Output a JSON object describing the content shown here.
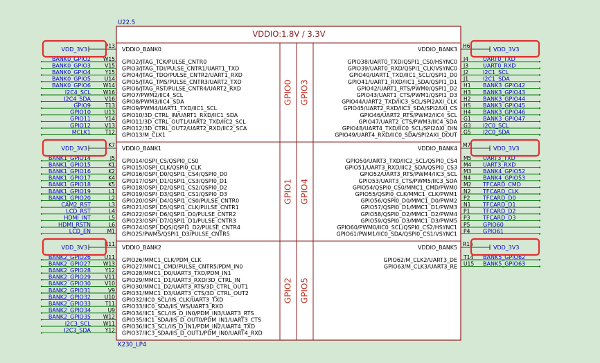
{
  "part": {
    "ref": "U22.5",
    "name": "K230_LP4",
    "title": "VDDIO:1.8V / 3.3V"
  },
  "gpio_labels": [
    "GPIO0",
    "GPIO1",
    "GPIO2",
    "GPIO3",
    "GPIO4",
    "GPIO5"
  ],
  "banks_left": [
    {
      "bank": "VDDIO_BANK0",
      "power": "VDD_3V3",
      "power_pin": "P13",
      "pins": [
        {
          "net": "BANK0_GPIO2",
          "pin": "W15",
          "func": "GPIO2/JTAG_TCK/PULSE_CNTR0"
        },
        {
          "net": "BANK0_GPIO3",
          "pin": "V15",
          "func": "GPIO3/JTAG_TDI/PULSE_CNTR1/UART1_TXD"
        },
        {
          "net": "BANK0_GPIO4",
          "pin": "Y15",
          "func": "GPIO4/JTAG_TDO/PULSE_CNTR2/UART1_RXD"
        },
        {
          "net": "BANK0_GPIO5",
          "pin": "U14",
          "func": "GPIO5/JTAG_TMS/PULSE_CNTR3/UART2_TXD"
        },
        {
          "net": "BANK0_GPIO6",
          "pin": "W14",
          "func": "GPIO6/JTAG_RST/PULSE_CNTR4/UART2_RXD"
        },
        {
          "net": "I2C4_SCL",
          "pin": "W16",
          "func": "GPIO7/PWM2/IIC4_SCL"
        },
        {
          "net": "I2C4_SDA",
          "pin": "V16",
          "func": "GPIO8/PWM3/IIC4_SDA"
        },
        {
          "net": "GPIO9",
          "pin": "T13",
          "func": "GPIO9/PWM4/UART1_TXD/IIC1_SCL"
        },
        {
          "net": "GPIO10",
          "pin": "U13",
          "func": "GPIO10/3D_CTRL_IN/UART1_RXD/IIC1_SDA"
        },
        {
          "net": "GPIO11",
          "pin": "Y14",
          "func": "GPIO11/3D_CTRL_OUT1/UART2_TXD/IIC2_SCL"
        },
        {
          "net": "GPIO12",
          "pin": "V13",
          "func": "GPIO12/3D_CTRL_OUT2/UART2_RXD/IIC2_SCA"
        },
        {
          "net": "MCLK1",
          "pin": "T12",
          "func": "GPIO13/M_CLK1"
        }
      ]
    },
    {
      "bank": "VDDIO_BANK1",
      "power": "VDD_3V3",
      "power_pin": "K7",
      "pins": [
        {
          "net": "BANK1_GPIO14",
          "pin": "J5",
          "func": "GPIO14/OSPI_CS/QSPI0_CS0"
        },
        {
          "net": "BANK1_GPIO15",
          "pin": "K1",
          "func": "GPIO15/OSPI_CLK/QSPI0_CLK"
        },
        {
          "net": "BANK1_GPIO16",
          "pin": "K2",
          "func": "GPIO16/OSPI_D0/QSPI1_CS4/QSPI0_D0"
        },
        {
          "net": "BANK1_GPIO17",
          "pin": "K4",
          "func": "GPIO17/OSPI_D1/QSPI1_CS3/QSPI0_D1"
        },
        {
          "net": "BANK1_GPIO18",
          "pin": "K5",
          "func": "GPIO18/OSPI_D2/QSPI1_CS2/QSPI0_D2"
        },
        {
          "net": "BANK1_GPIO19",
          "pin": "L1",
          "func": "GPIO19/OSPI_D3/QSPI1_CS1/QSPI0_D3"
        },
        {
          "net": "BANK1_GPIO20",
          "pin": "L2",
          "func": "GPIO20/OSPI_D4/QSPI1_CS0/PULSE_CNTR0"
        },
        {
          "net": "CAM2_RST",
          "pin": "L3",
          "func": "GPIO21/OSPI_D5/QSPI1_CLK/PULSE_CNTR1"
        },
        {
          "net": "LCD_RST",
          "pin": "L4",
          "func": "GPIO22/OSPI_D6/QSPI1_D0/PULSE_CNTR2"
        },
        {
          "net": "HDMI_INT",
          "pin": "L5",
          "func": "GPIO23/OSPI_D7/QSPI1_D1/PULSE_CNTR3"
        },
        {
          "net": "HDMI_RSTN",
          "pin": "L6",
          "func": "GPIO24/OSPI_DQS/QSPI1_D2/PULSE_CNTR4"
        },
        {
          "net": "LCD_EN",
          "pin": "M1",
          "func": "GPIO25/PWM5/QSPI1_D3/PULSE_CNTR5"
        }
      ]
    },
    {
      "bank": "VDDIO_BANK2",
      "power": "VDD_3V3",
      "power_pin": "R11",
      "pins": [
        {
          "net": "BANK2_GPIO26",
          "pin": "U11",
          "func": "GPIO26/MMC1_CLK/PDM_CLK"
        },
        {
          "net": "BANK2_GPIO27",
          "pin": "W13",
          "func": "GPIO27/MMC1_CMD/PULSE_CNTR5/PDM_IN0"
        },
        {
          "net": "BANK2_GPIO28",
          "pin": "Y12",
          "func": "GPIO28/MMC1_D0/UART3_TXD/PDM_IN1"
        },
        {
          "net": "BANK2_GPIO29",
          "pin": "V11",
          "func": "GPIO29/MMC1_D1/UART3_RXD/3D_CTRL_IN"
        },
        {
          "net": "BANK2_GPIO30",
          "pin": "V10",
          "func": "GPIO30/MMC1_D2/UART3_RTS/3D_CTRL_OUT1"
        },
        {
          "net": "BANK2_GPIO31",
          "pin": "V9",
          "func": "GPIO31/MMC1_D3/UART3_CTS/3D_CTRL_OUT2"
        },
        {
          "net": "BANK2_GPIO32",
          "pin": "U10",
          "func": "GPIO32/IIC0_SCL/IIS_CLK/UART3_TXD"
        },
        {
          "net": "BANK2_GPIO33",
          "pin": "T11",
          "func": "GPIO33/IIC0_SDA/IIS_WS/UART3_RXD"
        },
        {
          "net": "BANK2_GPIO34",
          "pin": "U9",
          "func": "GPIO34/IIC1_SCL/IIS_D_IN0/PDM_IN3/UART3_RTS"
        },
        {
          "net": "BANK2_GPIO35",
          "pin": "W12",
          "func": "GPIO35/IIC1_SDA/IIS_D_OUT0/PDM_IN1/UART3_CTS"
        },
        {
          "net": "I2C3_SCL",
          "pin": "W11",
          "func": "GPIO36/IIC3_SCL/IIS_D_IN1/PDM_IN2/UART4_TXD"
        },
        {
          "net": "I2C3_SDA",
          "pin": "Y12",
          "func": "GPIO37/IIC3_SDA/IIS_D_OUT1/PDM_IN0/UART4_RXD"
        }
      ]
    }
  ],
  "banks_right": [
    {
      "bank": "VDDIO_BANK3",
      "power": "VDD_3V3",
      "power_pin": "H6",
      "pins": [
        {
          "net": "UART0_TXD",
          "pin": "J4",
          "func": "GPIO38/UART0_TXD/QSPI1_CS0/HSYNC0"
        },
        {
          "net": "UART0_RXD",
          "pin": "J3",
          "func": "GPIO39/UART0_RXD/QSPI1_CLK/VSYNC0"
        },
        {
          "net": "I2C1_SCL",
          "pin": "J2",
          "func": "GPIO40/UART1_TXD/IIC1_SCL/QSPI1_D0"
        },
        {
          "net": "I2C1_SDA",
          "pin": "J1",
          "func": "GPIO41/UART1_RXD/IIC1_SDA/QSPI1_D1"
        },
        {
          "net": "BANK3_GPIO42",
          "pin": "H1",
          "func": "GPIO42/UART1_RTS/PWM0/QSPI1_D2"
        },
        {
          "net": "BANK3_GPIO43",
          "pin": "H3",
          "func": "GPIO43/UART1_CTS/PWM1/QSPI1_D3"
        },
        {
          "net": "BANK3_GPIO44",
          "pin": "H2",
          "func": "GPIO44/UART2_TXD/IIC3_SCL/SPI2AXI_CLK"
        },
        {
          "net": "BANK3_GPIO45",
          "pin": "H5",
          "func": "GPIO45/UART2_RXD/IIC3_SDA/SPI2AXI_CS"
        },
        {
          "net": "BANK3_GPIO46",
          "pin": "H4",
          "func": "GPIO46/UART2_RTS/PWM2/IIC4_SCL"
        },
        {
          "net": "BANK3_GPIO47",
          "pin": "G1",
          "func": "GPIO47/UART2_CTS/PWM3/IIC4_SDA"
        },
        {
          "net": "I2C0_SCL",
          "pin": "G3",
          "func": "GPIO48/UART4_TXD/IIC0_SCL/SPI2AXI_DIN"
        },
        {
          "net": "I2C0_SDA",
          "pin": "G5",
          "func": "GPIO49/UART4_RXD/IIC0_SDA/SPI2AXI_DOUT"
        }
      ]
    },
    {
      "bank": "VDDIO_BANK4",
      "power": "VDD_3V3",
      "power_pin": "M7",
      "pins": [
        {
          "net": "UART3_TXD",
          "pin": "M5",
          "func": "GPIO50/UART3_TXD/IIC2_SCL/QSPI0_CS4"
        },
        {
          "net": "UART3_RXD",
          "pin": "M4",
          "func": "GPIO51/UART3_RXD/IIC2_SDA/QSPI0_CS3"
        },
        {
          "net": "BANK4_GPIO52",
          "pin": "M3",
          "func": "GPIO52/UART3_RTS/PWM4/IIC3_SCL"
        },
        {
          "net": "BANK4_GPIO53",
          "pin": "N4",
          "func": "GPIO53/UART3_CTS/PWM5/IIC3_SDA"
        },
        {
          "net": "TFCARD_CMD",
          "pin": "M2",
          "func": "GPIO54/QSPI0_CS0/MMC1_CMD/PWM0"
        },
        {
          "net": "TFCARD_CLK",
          "pin": "N2",
          "func": "GPIO55/QSPI0_CLK/MMC1_CLK/PWM1"
        },
        {
          "net": "TFCARD_D0",
          "pin": "P2",
          "func": "GPIO56/QSPI0_D0/MMC1_D0/PWM2"
        },
        {
          "net": "TFCARD_D1",
          "pin": "N1",
          "func": "GPIO57/QSPI0_D1/MMC1_D1/PWM3"
        },
        {
          "net": "TFCARD_D2",
          "pin": "P1",
          "func": "GPIO58/QSPI0_D2/MMC1_D2/PWM4"
        },
        {
          "net": "TFCARD_D3",
          "pin": "P3",
          "func": "GPIO59/QSPI0_D3/MMC1_D3/PWM5"
        },
        {
          "net": "GPIO60",
          "pin": "P5",
          "func": "GPIO60/PWM0/IIC0_SCL/QSPI0_CS2/HSYNC1"
        },
        {
          "net": "GPIO61",
          "pin": "P4",
          "func": "GPIO61/PWM1/IIC0_SDA/QSPI0_CS1/VSYNC1"
        }
      ]
    },
    {
      "bank": "VDDIO_BANK5",
      "power": "VDD_3V3",
      "power_pin": "R15",
      "pins": [
        {
          "net": "BANK5_GPIO62",
          "pin": "T14",
          "func": "GPIO62/M_CLK2/UART3_DE"
        },
        {
          "net": "BANK5_GPIO63",
          "pin": "U15",
          "func": "GPIO63/M_CLK3/UART3_RE"
        }
      ]
    }
  ],
  "colors": {
    "background": "#d5e8d4",
    "body_fill": "#ffffff",
    "body_stroke": "#8a1c1c",
    "net_text": "#0000cc",
    "wire": "#007700",
    "highlight": "#e03030"
  }
}
